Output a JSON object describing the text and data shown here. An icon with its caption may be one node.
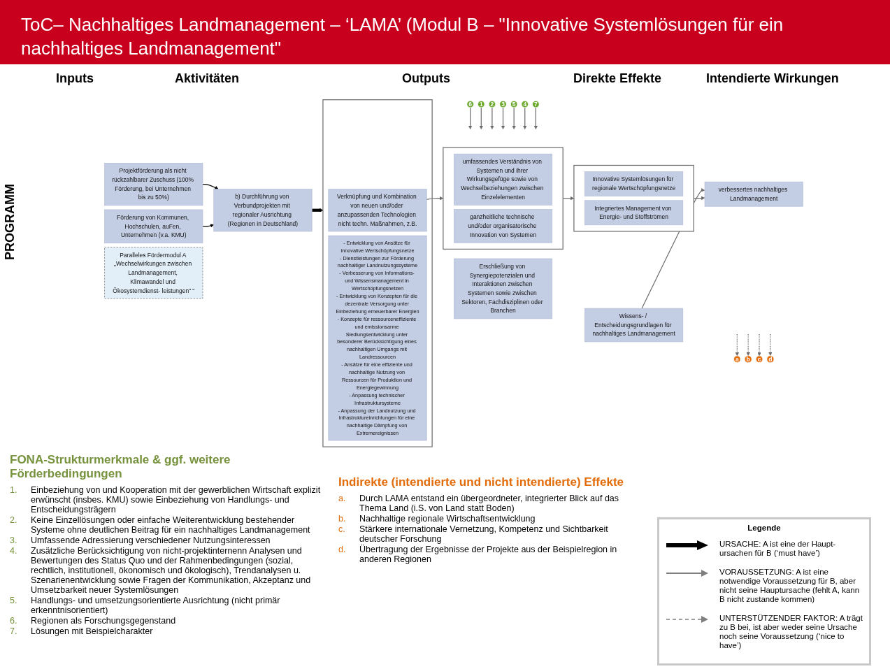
{
  "diagram": {
    "title": "ToC– Nachhaltiges Landmanagement – ‘LAMA’ (Modul B – \"Innovative Systemlösungen für ein nachhaltiges Landmanagement\"",
    "nodes": [
      {
        "text": [
          "Projektförderung als nicht rückzahlbarer Zuschuss (100% Förderung, bei Unternehmen bis zu 50%)"
        ]
      },
      {
        "text": [
          "Förderung von Kommunen, Hochschulen, auFen, Unternehmen (v.a. KMU)"
        ]
      },
      {
        "text": [
          "Paralleles Fördermodul A „Wechselwirkungen zwischen Landmanagement, Klimawandel und Ökosystemdienst- leistungen“ “"
        ]
      },
      {
        "text": [
          "b) Durchführung von Verbundprojekten mit regionaler Ausrichtung (Regionen in Deutschland)"
        ]
      },
      {
        "text": [],
        "shape": "box"
      },
      {
        "text": [
          "Verknüpfung und Kombination von neuen und/oder anzupassenden Technologien nicht techn. Maßnahmen, z.B."
        ],
        "in": 4
      },
      {
        "text": [
          "- Entwicklung von Ansätze für innovative Wertschöpfungsnetze",
          "- Dienstleistungen zur Förderung nachhaltiger Landnutzungssysteme",
          "- Verbesserung von Informations- und Wissensmanagement in Wertschöpfungsnetzen",
          "- Entwicklung von Konzepten für die dezentrale Versorgung unter Einbeziehung erneuerbarer Energien",
          "- Konzepte für ressourceneffiziente und emissionsarme Siedlungsentwicklung unter besonderer Berücksichtigung eines nachhaltigen Umgangs mit Landressourcen",
          "- Ansätze für eine effiziente und nachhaltige Nutzung von Ressourcen für Produktion und Energiegewinnung",
          "- Anpassung technischer Infrastruktursysteme",
          "- Anpassung der Landnutzung und Infrastruktureinrichtungen für eine nachhaltige Dämpfung von Extremereignissen"
        ],
        "in": 4
      },
      {
        "text": [
          "Wissens- / Entscheidungsgrundlagen für nachhaltiges Landmanagement"
        ]
      },
      {
        "text": [],
        "shape": "box"
      },
      {
        "text": [
          "umfassendes Verständnis von Systemen und ihrer Wirkungsgefüge sowie von Wechselbeziehungen zwischen Einzelelementen"
        ],
        "in": 8
      },
      {
        "text": [
          "ganzheitliche technische und/oder organisatorische Innovation von Systemen"
        ],
        "in": 8
      },
      {
        "text": [
          "Erschließung von Synergiepotenzialen und Interaktionen zwischen Systemen sowie zwischen Sektoren, Fachdisziplinen oder Branchen"
        ]
      },
      {
        "text": [],
        "shape": "box"
      },
      {
        "text": [
          "Innovative Systemlösungen für regionale Wertschöpfungsnetze"
        ],
        "in": 12
      },
      {
        "text": [
          "Integriertes Management von Energie- und Stoffströmen"
        ],
        "in": 12
      },
      {
        "text": [
          "verbessertes nachhaltiges Landmanagement"
        ]
      },
      {
        "text": [
          "6"
        ]
      },
      {
        "text": [
          "1"
        ]
      },
      {
        "text": [
          "2"
        ]
      },
      {
        "text": [
          "3"
        ]
      },
      {
        "text": [
          "5"
        ]
      },
      {
        "text": [
          "4"
        ]
      },
      {
        "text": [
          "7"
        ]
      },
      {
        "text": [
          "a"
        ]
      },
      {
        "text": [
          "b"
        ]
      },
      {
        "text": [
          "c"
        ]
      },
      {
        "text": [
          "d"
        ]
      }
    ],
    "edges": [
      {
        "from": 0,
        "to": 3,
        "arrow": "to",
        "color": "#000000"
      },
      {
        "from": 1,
        "to": 3,
        "arrow": "to",
        "color": "#000000"
      },
      {
        "from": 3,
        "to": 4,
        "arrow": "to",
        "style": "thick",
        "color": "#000000"
      },
      {
        "from": 5,
        "to": 8,
        "arrow": "to"
      },
      {
        "from": 8,
        "to": 12,
        "arrow": "to"
      },
      {
        "from": 12,
        "to": 15,
        "arrow": "to"
      },
      {
        "from": 7,
        "to": 15,
        "arrow": "to"
      },
      {
        "from": 16,
        "to": null,
        "arrow": "to"
      },
      {
        "from": 17,
        "to": null,
        "arrow": "to"
      },
      {
        "from": 18,
        "to": null,
        "arrow": "to"
      },
      {
        "from": 19,
        "to": null,
        "arrow": "to"
      },
      {
        "from": 20,
        "to": null,
        "arrow": "to"
      },
      {
        "from": 21,
        "to": null,
        "arrow": "to"
      },
      {
        "from": 22,
        "to": null,
        "arrow": "to"
      },
      {
        "from": null,
        "to": 23,
        "arrow": "to",
        "style": "dashed"
      },
      {
        "from": null,
        "to": 24,
        "arrow": "to",
        "style": "dashed"
      },
      {
        "from": null,
        "to": 25,
        "arrow": "to",
        "style": "dashed"
      },
      {
        "from": null,
        "to": 26,
        "arrow": "to",
        "style": "dashed"
      }
    ],
    "labels": [
      "Inputs",
      "Aktivitäten",
      "Outputs",
      "Direkte Effekte",
      "Intendierte Wirkungen",
      "PROGRAMM",
      "FONA-Strukturmerkmale & ggf. weitere Förderbedingungen",
      "1.",
      "Einbeziehung von und Kooperation mit der gewerblichen Wirtschaft explizit erwünscht (insbes. KMU) sowie Einbeziehung von Handlungs- und Entscheidungsträgern",
      "2.",
      "Keine Einzellösungen oder einfache Weiterentwicklung bestehender Systeme ohne deutlichen Beitrag für ein nachhaltiges Landmanagement",
      "3.",
      "Umfassende Adressierung verschiedener Nutzungsinteressen",
      "4.",
      "Zusätzliche Berücksichtigung von nicht-projektinternenn Analysen und Bewertungen des Status Quo und der Rahmenbedingungen (sozial, rechtlich, institutionell, ökonomisch und ökologisch), Trendanalysen u. Szenarienentwicklung sowie Fragen der Kommunikation, Akzeptanz und Umsetzbarkeit neuer Systemlösungen",
      "5.",
      "Handlungs- und umsetzungsorientierte Ausrichtung (nicht primär erkenntnisorientiert)",
      "6.",
      "Regionen als Forschungsgegenstand",
      "7.",
      "Lösungen mit Beispielcharakter",
      "Indirekte (intendierte und nicht intendierte) Effekte",
      "a.",
      "Durch LAMA entstand ein übergeordneter, integrierter Blick auf das Thema Land (i.S. von Land statt Boden)",
      "b.",
      "Nachhaltige regionale Wirtschaftsentwicklung",
      "c.",
      "Stärkere internationale Vernetzung, Kompetenz und Sichtbarkeit deutscher Forschung",
      "d.",
      "Übertragung der Ergebnisse der Projekte aus der Beispielregion in anderen Regionen",
      "Legende"
    ],
    "legend": [
      {
        "text": "URSACHE: A ist eine der Haupt- ursachen für B (‘must have’)"
      },
      {
        "text": "VORAUSSETZUNG: A ist eine notwendige Voraussetzung für B, aber nicht seine Hauptursache (fehlt A, kann B nicht zustande kommen)"
      },
      {
        "text": "UNTERSTÜTZENDER FAKTOR: A trägt zu B bei, ist aber weder seine Ursache noch seine Voraussetzung (‘nice to have’)"
      }
    ]
  }
}
